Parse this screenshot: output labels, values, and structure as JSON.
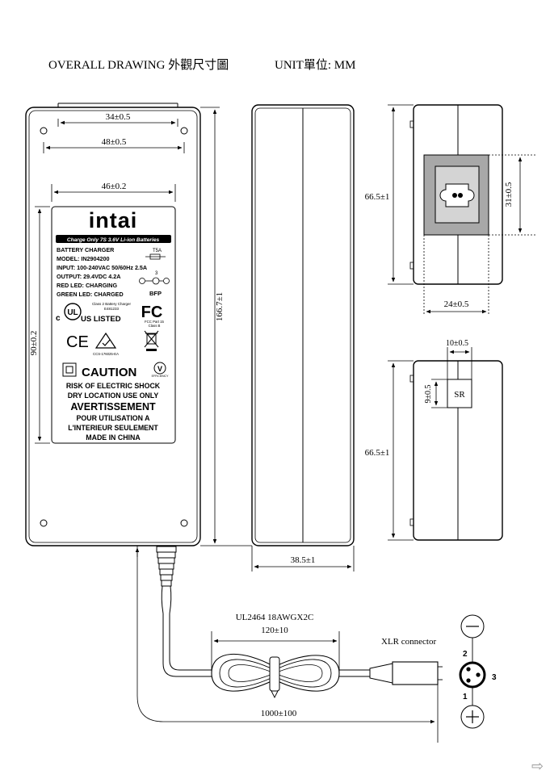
{
  "header": {
    "title": "OVERALL DRAWING 外觀尺寸圖",
    "unit": "UNIT單位: MM"
  },
  "dimensions": {
    "top_hole_span": "34±0.5",
    "hole_span": "48±0.5",
    "label_width": "46±0.2",
    "label_height": "90±0.2",
    "body_length": "166.7±1",
    "body_thickness": "38.5±1",
    "end_height_top": "66.5±1",
    "socket_height": "31±0.5",
    "socket_width": "24±0.5",
    "sr_offset": "10±0.5",
    "sr_height": "9±0.5",
    "end_height_bottom": "66.5±1",
    "cable_coil": "120±10",
    "cable_length": "1000±100"
  },
  "cable": {
    "spec": "UL2464 18AWGX2C"
  },
  "strain_relief": {
    "label": "SR"
  },
  "connector": {
    "title": "XLR connector",
    "pin2": "2",
    "pin3": "3",
    "pin1": "1",
    "neg_symbol": "−",
    "pos_symbol": "+"
  },
  "label": {
    "brand": "intai",
    "banner": "Charge Only 7S 3.6V Li-ion Batteries",
    "lines": [
      "BATTERY CHARGER",
      "MODEL: IN2904200",
      "INPUT: 100-240VAC 50/60Hz  2.5A",
      "OUTPUT: 29.4VDC 4.2A",
      "RED LED: CHARGING",
      "GREEN LED: CHARGED"
    ],
    "fuse": "T5A",
    "bfp": "BFP",
    "pin3": "3",
    "ul_class": "Class 2 Battery Charger",
    "ul_file": "E481233",
    "ul_listed": "US LISTED",
    "ul_c": "c",
    "ul_mark": "UL",
    "fcc": "FC",
    "fcc_part": "FCC Part 15",
    "fcc_class": "Class B",
    "ce": "CE",
    "ccs": "CCS-176025-EA",
    "caution": "CAUTION",
    "efficiency": "V",
    "efficiency_label": "EFFICIENCY",
    "warn1": "RISK OF ELECTRIC SHOCK",
    "warn2": "DRY LOCATION USE ONLY",
    "avert": "AVERTISSEMENT",
    "fr1": "POUR UTILISATION A",
    "fr2": "L'INTERIEUR SEULEMENT",
    "made": "MADE IN CHINA"
  },
  "nav": {
    "next_arrow": "⇨"
  }
}
